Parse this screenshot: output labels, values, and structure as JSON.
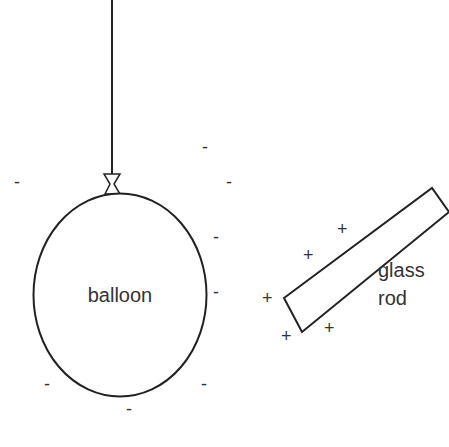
{
  "diagram": {
    "nodes": [
      {
        "text": [
          "balloon"
        ]
      }
    ],
    "labels": [
      "-",
      "-",
      "-",
      "-",
      "-",
      "-",
      "-",
      "-",
      "+",
      "+",
      "+",
      "+",
      "+",
      "glass rod"
    ]
  }
}
